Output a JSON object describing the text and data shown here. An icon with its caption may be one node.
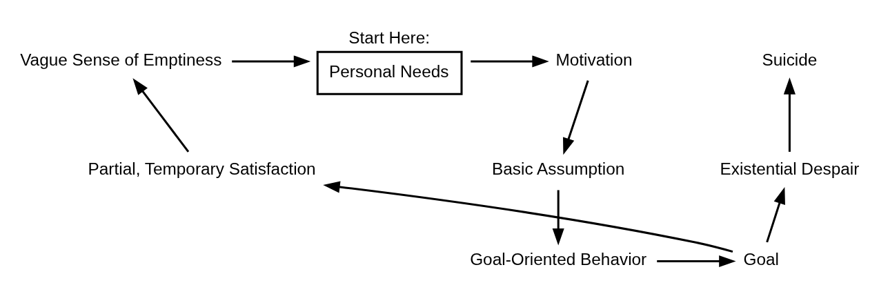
{
  "diagram": {
    "nodes": [
      {
        "text": [
          "Start Here:",
          "Personal Needs"
        ]
      },
      {
        "text": [
          "Motivation"
        ]
      },
      {
        "text": [
          "Basic Assumption"
        ]
      },
      {
        "text": [
          "Goal-Oriented Behavior"
        ]
      },
      {
        "text": [
          "Goal"
        ]
      },
      {
        "text": [
          "Partial, Temporary Satisfaction"
        ]
      },
      {
        "text": [
          "Vague Sense of Emptiness"
        ]
      },
      {
        "text": [
          "Existential Despair"
        ]
      },
      {
        "text": [
          "Suicide"
        ]
      }
    ],
    "edges": [
      {
        "from": 6,
        "to": 0,
        "arrow": "to"
      },
      {
        "from": 0,
        "to": 1,
        "arrow": "to"
      },
      {
        "from": 1,
        "to": 2,
        "arrow": "to"
      },
      {
        "from": 2,
        "to": 3,
        "arrow": "to"
      },
      {
        "from": 3,
        "to": 4,
        "arrow": "to"
      },
      {
        "from": 4,
        "to": 5,
        "arrow": "to"
      },
      {
        "from": 5,
        "to": 6,
        "arrow": "to"
      },
      {
        "from": 4,
        "to": 7,
        "arrow": "to"
      },
      {
        "from": 7,
        "to": 8,
        "arrow": "to"
      }
    ]
  }
}
